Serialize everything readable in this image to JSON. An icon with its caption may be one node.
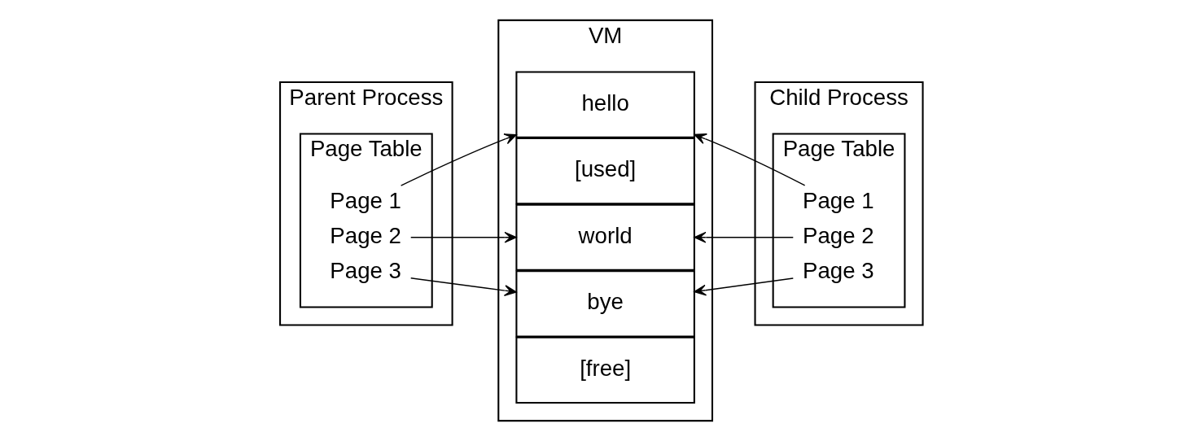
{
  "diagram": {
    "nodes": [
      {
        "text": [
          "Parent Process"
        ]
      },
      {
        "text": [
          "Page Table"
        ],
        "in": 0
      },
      {
        "text": [
          "Page 1"
        ],
        "in": 1
      },
      {
        "text": [
          "Page 2"
        ],
        "in": 1
      },
      {
        "text": [
          "Page 3"
        ],
        "in": 1
      },
      {
        "text": [
          "VM"
        ]
      },
      {
        "text": [
          "hello"
        ],
        "in": 5
      },
      {
        "text": [
          "[used]"
        ],
        "in": 5
      },
      {
        "text": [
          "world"
        ],
        "in": 5
      },
      {
        "text": [
          "bye"
        ],
        "in": 5
      },
      {
        "text": [
          "[free]"
        ],
        "in": 5
      },
      {
        "text": [
          "Child Process"
        ]
      },
      {
        "text": [
          "Page Table"
        ],
        "in": 11
      },
      {
        "text": [
          "Page 1"
        ],
        "in": 12
      },
      {
        "text": [
          "Page 2"
        ],
        "in": 12
      },
      {
        "text": [
          "Page 3"
        ],
        "in": 12
      }
    ],
    "edges": [
      {
        "from": 2,
        "to": 6,
        "arrow": "to"
      },
      {
        "from": 3,
        "to": 8,
        "arrow": "to"
      },
      {
        "from": 4,
        "to": 9,
        "arrow": "to"
      },
      {
        "from": 13,
        "to": 6,
        "arrow": "to"
      },
      {
        "from": 14,
        "to": 8,
        "arrow": "to"
      },
      {
        "from": 15,
        "to": 9,
        "arrow": "to"
      }
    ]
  }
}
